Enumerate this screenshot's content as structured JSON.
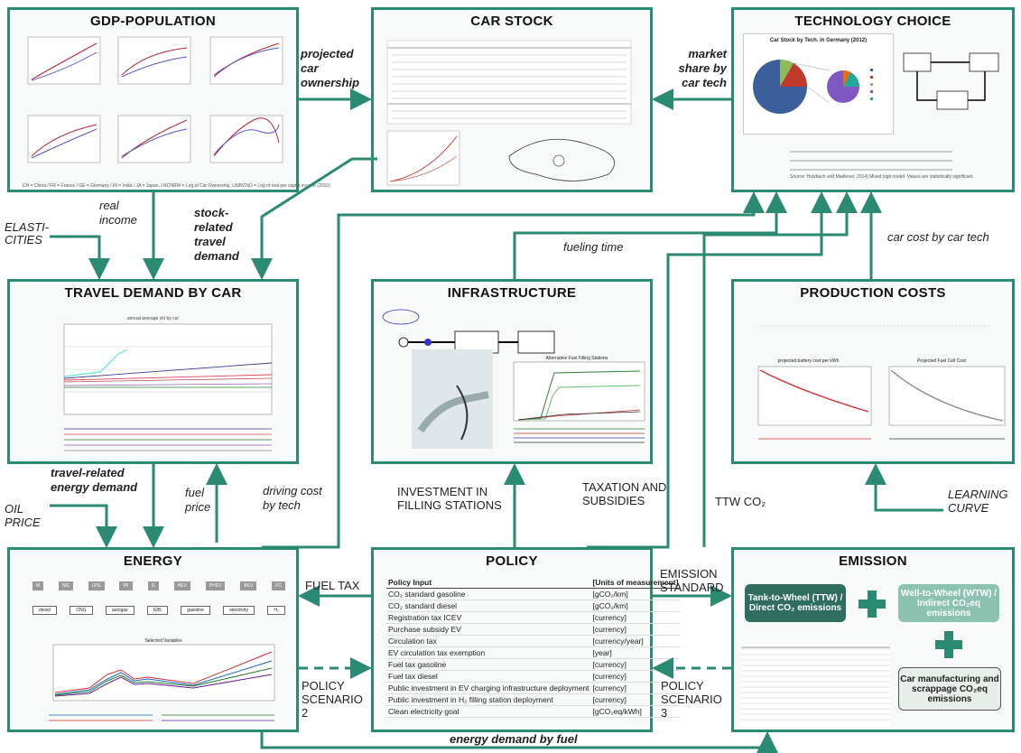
{
  "boxes": {
    "gdp": {
      "title": "GDP-POPULATION",
      "footnote": "CH = China / FR = France / GE = Germany / IN = India / JA = Japan, LNCNRW = Log of Car Ownership, LNINCNO = Log of real per capita income (2010)"
    },
    "car_stock": {
      "title": "CAR STOCK"
    },
    "technology": {
      "title": "TECHNOLOGY CHOICE",
      "chart_title": "Car Stock by Tech. in Germany (2012)",
      "source": "Source: Holzbach and Madlener, 2014) Mixed logit model. Values are statistically significant."
    },
    "travel": {
      "title": "TRAVEL DEMAND BY CAR",
      "chart_title": "annual average vkt by car"
    },
    "infra": {
      "title": "INFRASTRUCTURE",
      "chart_title": "Alternative Fuel Filling Stations"
    },
    "production": {
      "title": "PRODUCTION COSTS",
      "chart1_title": "projected battery cost per kWh",
      "chart2_title": "Projected Fuel Cell Cost"
    },
    "energy": {
      "title": "ENERGY",
      "chart_title": "Selected Variables",
      "fuels_top": [
        "M",
        "NG",
        "LPG",
        "PF",
        "G",
        "HEV",
        "PHEV",
        "BEV",
        "FC"
      ],
      "fuels_bottom": [
        "diesel",
        "CNG",
        "autogas",
        "E85",
        "gasoline",
        "electricity",
        "H₂"
      ]
    },
    "policy": {
      "title": "POLICY",
      "header": [
        "Policy Input",
        "[Units of measurement]"
      ],
      "rows": [
        [
          "CO₂ standard gasoline",
          "[gCO₂/km]"
        ],
        [
          "CO₂ standard diesel",
          "[gCO₂/km]"
        ],
        [
          "Registration tax ICEV",
          "[currency]"
        ],
        [
          "Purchase subsidy EV",
          "[currency]"
        ],
        [
          "Circulation tax",
          "[currency/year]"
        ],
        [
          "EV circulation tax exemption",
          "[year]"
        ],
        [
          "Fuel tax gasoline",
          "[currency]"
        ],
        [
          "Fuel tax diesel",
          "[currency]"
        ],
        [
          "Public investment in EV charging infrastructure deployment",
          "[currency]"
        ],
        [
          "Public investment in H₂ filling station deployment",
          "[currency]"
        ],
        [
          "Clean electricity goal",
          "[gCO₂eq/kWh]"
        ]
      ]
    },
    "emission": {
      "title": "EMISSION",
      "ttw": "Tank-to-Wheel (TTW) / Direct CO₂ emissions",
      "wtw": "Well-to-Wheel (WTW) / Indirect CO₂eq emissions",
      "manuf": "Car manufacturing and scrappage CO₂eq emissions"
    }
  },
  "labels": {
    "projected_car_ownership": "projected car ownership",
    "market_share": "market share by car tech",
    "real_income": "real income",
    "elasticities": "ELASTI- CITIES",
    "stock_related": "stock- related travel demand",
    "fueling_time": "fueling time",
    "car_cost": "car cost by car tech",
    "travel_energy": "travel-related energy demand",
    "fuel_price": "fuel price",
    "oil_price": "OIL PRICE",
    "driving_cost": "driving cost by tech",
    "investment": "INVESTMENT IN FILLING STATIONS",
    "taxation": "TAXATION AND SUBSIDIES",
    "ttw_co2": "TTW CO₂",
    "learning_curve": "LEARNING CURVE",
    "fuel_tax": "FUEL TAX",
    "emission_standard": "EMISSION STANDARD",
    "policy_scenario_2": "POLICY SCENARIO 2",
    "policy_scenario_3": "POLICY SCENARIO 3",
    "energy_demand_fuel": "energy demand by fuel"
  },
  "colors": {
    "border": "#2a8a72",
    "arrow": "#2a8a72"
  }
}
